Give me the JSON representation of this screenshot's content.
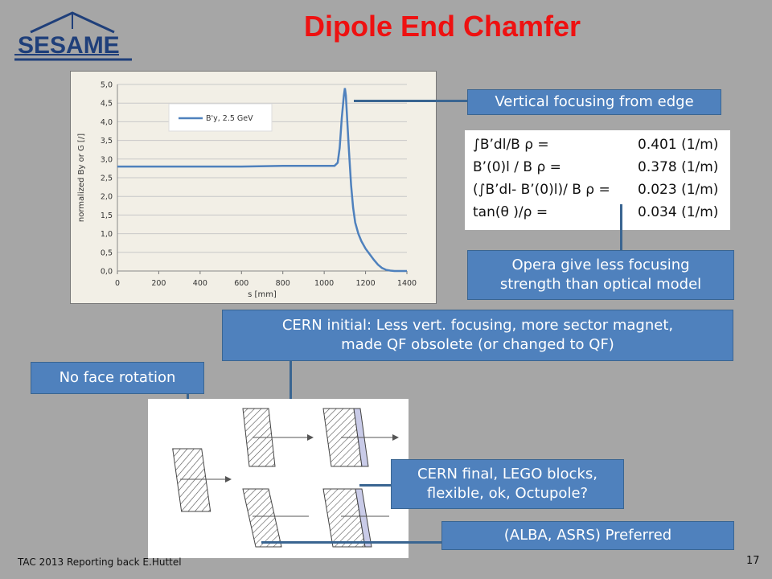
{
  "slide": {
    "title": "Dipole End Chamfer",
    "logo_text": "SESAME",
    "footer": "TAC 2013 Reporting back E.Huttel",
    "page_number": "17"
  },
  "callouts": {
    "vertical_focusing": "Vertical focusing from edge",
    "opera_line1": "Opera give less focusing",
    "opera_line2": "strength than optical model",
    "cern_initial_line1": "CERN initial: Less vert. focusing, more sector magnet,",
    "cern_initial_line2": "made QF obsolete (or changed to QF)",
    "no_face_rotation": "No face rotation",
    "cern_final_line1": "CERN final, LEGO blocks,",
    "cern_final_line2": "flexible, ok, Octupole?",
    "alba_asrs": "(ALBA, ASRS) Preferred"
  },
  "formulas": [
    {
      "lhs": "∫B’dl/B ρ =",
      "rhs": "0.401 (1/m)"
    },
    {
      "lhs": "B’(0)l / B ρ =",
      "rhs": "0.378 (1/m)"
    },
    {
      "lhs": "(∫B’dl- B’(0)l)/ B ρ =",
      "rhs": "0.023 (1/m)"
    },
    {
      "lhs": "tan(θ )/ρ =",
      "rhs": "0.034 (1/m)"
    }
  ],
  "chart_data": {
    "type": "line",
    "xlabel": "s [mm]",
    "ylabel": "normalized By or G [/]",
    "xlim": [
      0,
      1400
    ],
    "ylim": [
      0,
      5
    ],
    "x_ticks": [
      "0",
      "200",
      "400",
      "600",
      "800",
      "1000",
      "1200",
      "1400"
    ],
    "y_ticks": [
      "0,0",
      "0,5",
      "1,0",
      "1,5",
      "2,0",
      "2,5",
      "3,0",
      "3,5",
      "4,0",
      "4,5",
      "5,0"
    ],
    "legend_placement": "top-center",
    "grid": "horizontal",
    "series": [
      {
        "name": "B'y, 2.5 GeV",
        "color": "#4f81bd",
        "x": [
          0,
          200,
          400,
          600,
          800,
          1000,
          1050,
          1065,
          1075,
          1085,
          1095,
          1100,
          1105,
          1112,
          1120,
          1130,
          1140,
          1150,
          1165,
          1180,
          1200,
          1220,
          1240,
          1260,
          1280,
          1300,
          1320,
          1340,
          1360,
          1400
        ],
        "y": [
          2.8,
          2.8,
          2.8,
          2.8,
          2.82,
          2.82,
          2.82,
          2.9,
          3.3,
          4.1,
          4.7,
          4.9,
          4.7,
          4.0,
          3.2,
          2.3,
          1.7,
          1.3,
          1.0,
          0.8,
          0.6,
          0.45,
          0.3,
          0.17,
          0.08,
          0.03,
          0.01,
          0.0,
          0.0,
          0.0
        ]
      }
    ]
  }
}
